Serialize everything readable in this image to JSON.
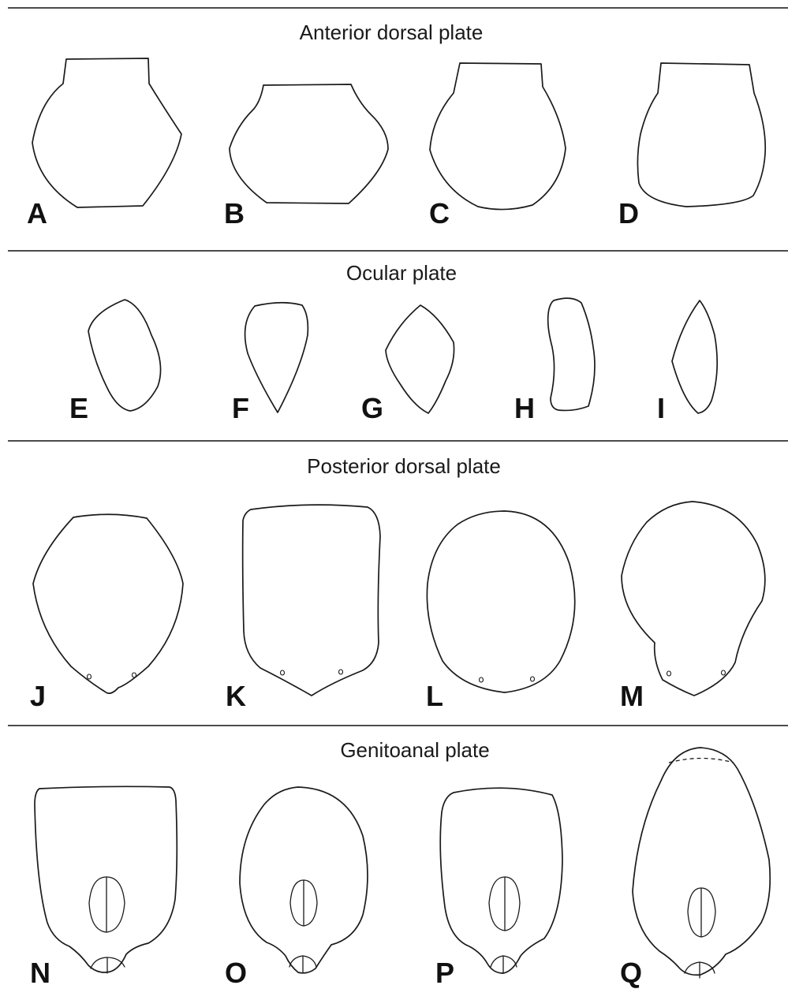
{
  "sections": [
    {
      "title": "Anterior dorsal plate",
      "labels": [
        "A",
        "B",
        "C",
        "D"
      ]
    },
    {
      "title": "Ocular plate",
      "labels": [
        "E",
        "F",
        "G",
        "H",
        "I"
      ]
    },
    {
      "title": "Posterior dorsal plate",
      "labels": [
        "J",
        "K",
        "L",
        "M"
      ]
    },
    {
      "title": "Genitoanal plate",
      "labels": [
        "N",
        "O",
        "P",
        "Q"
      ]
    }
  ]
}
